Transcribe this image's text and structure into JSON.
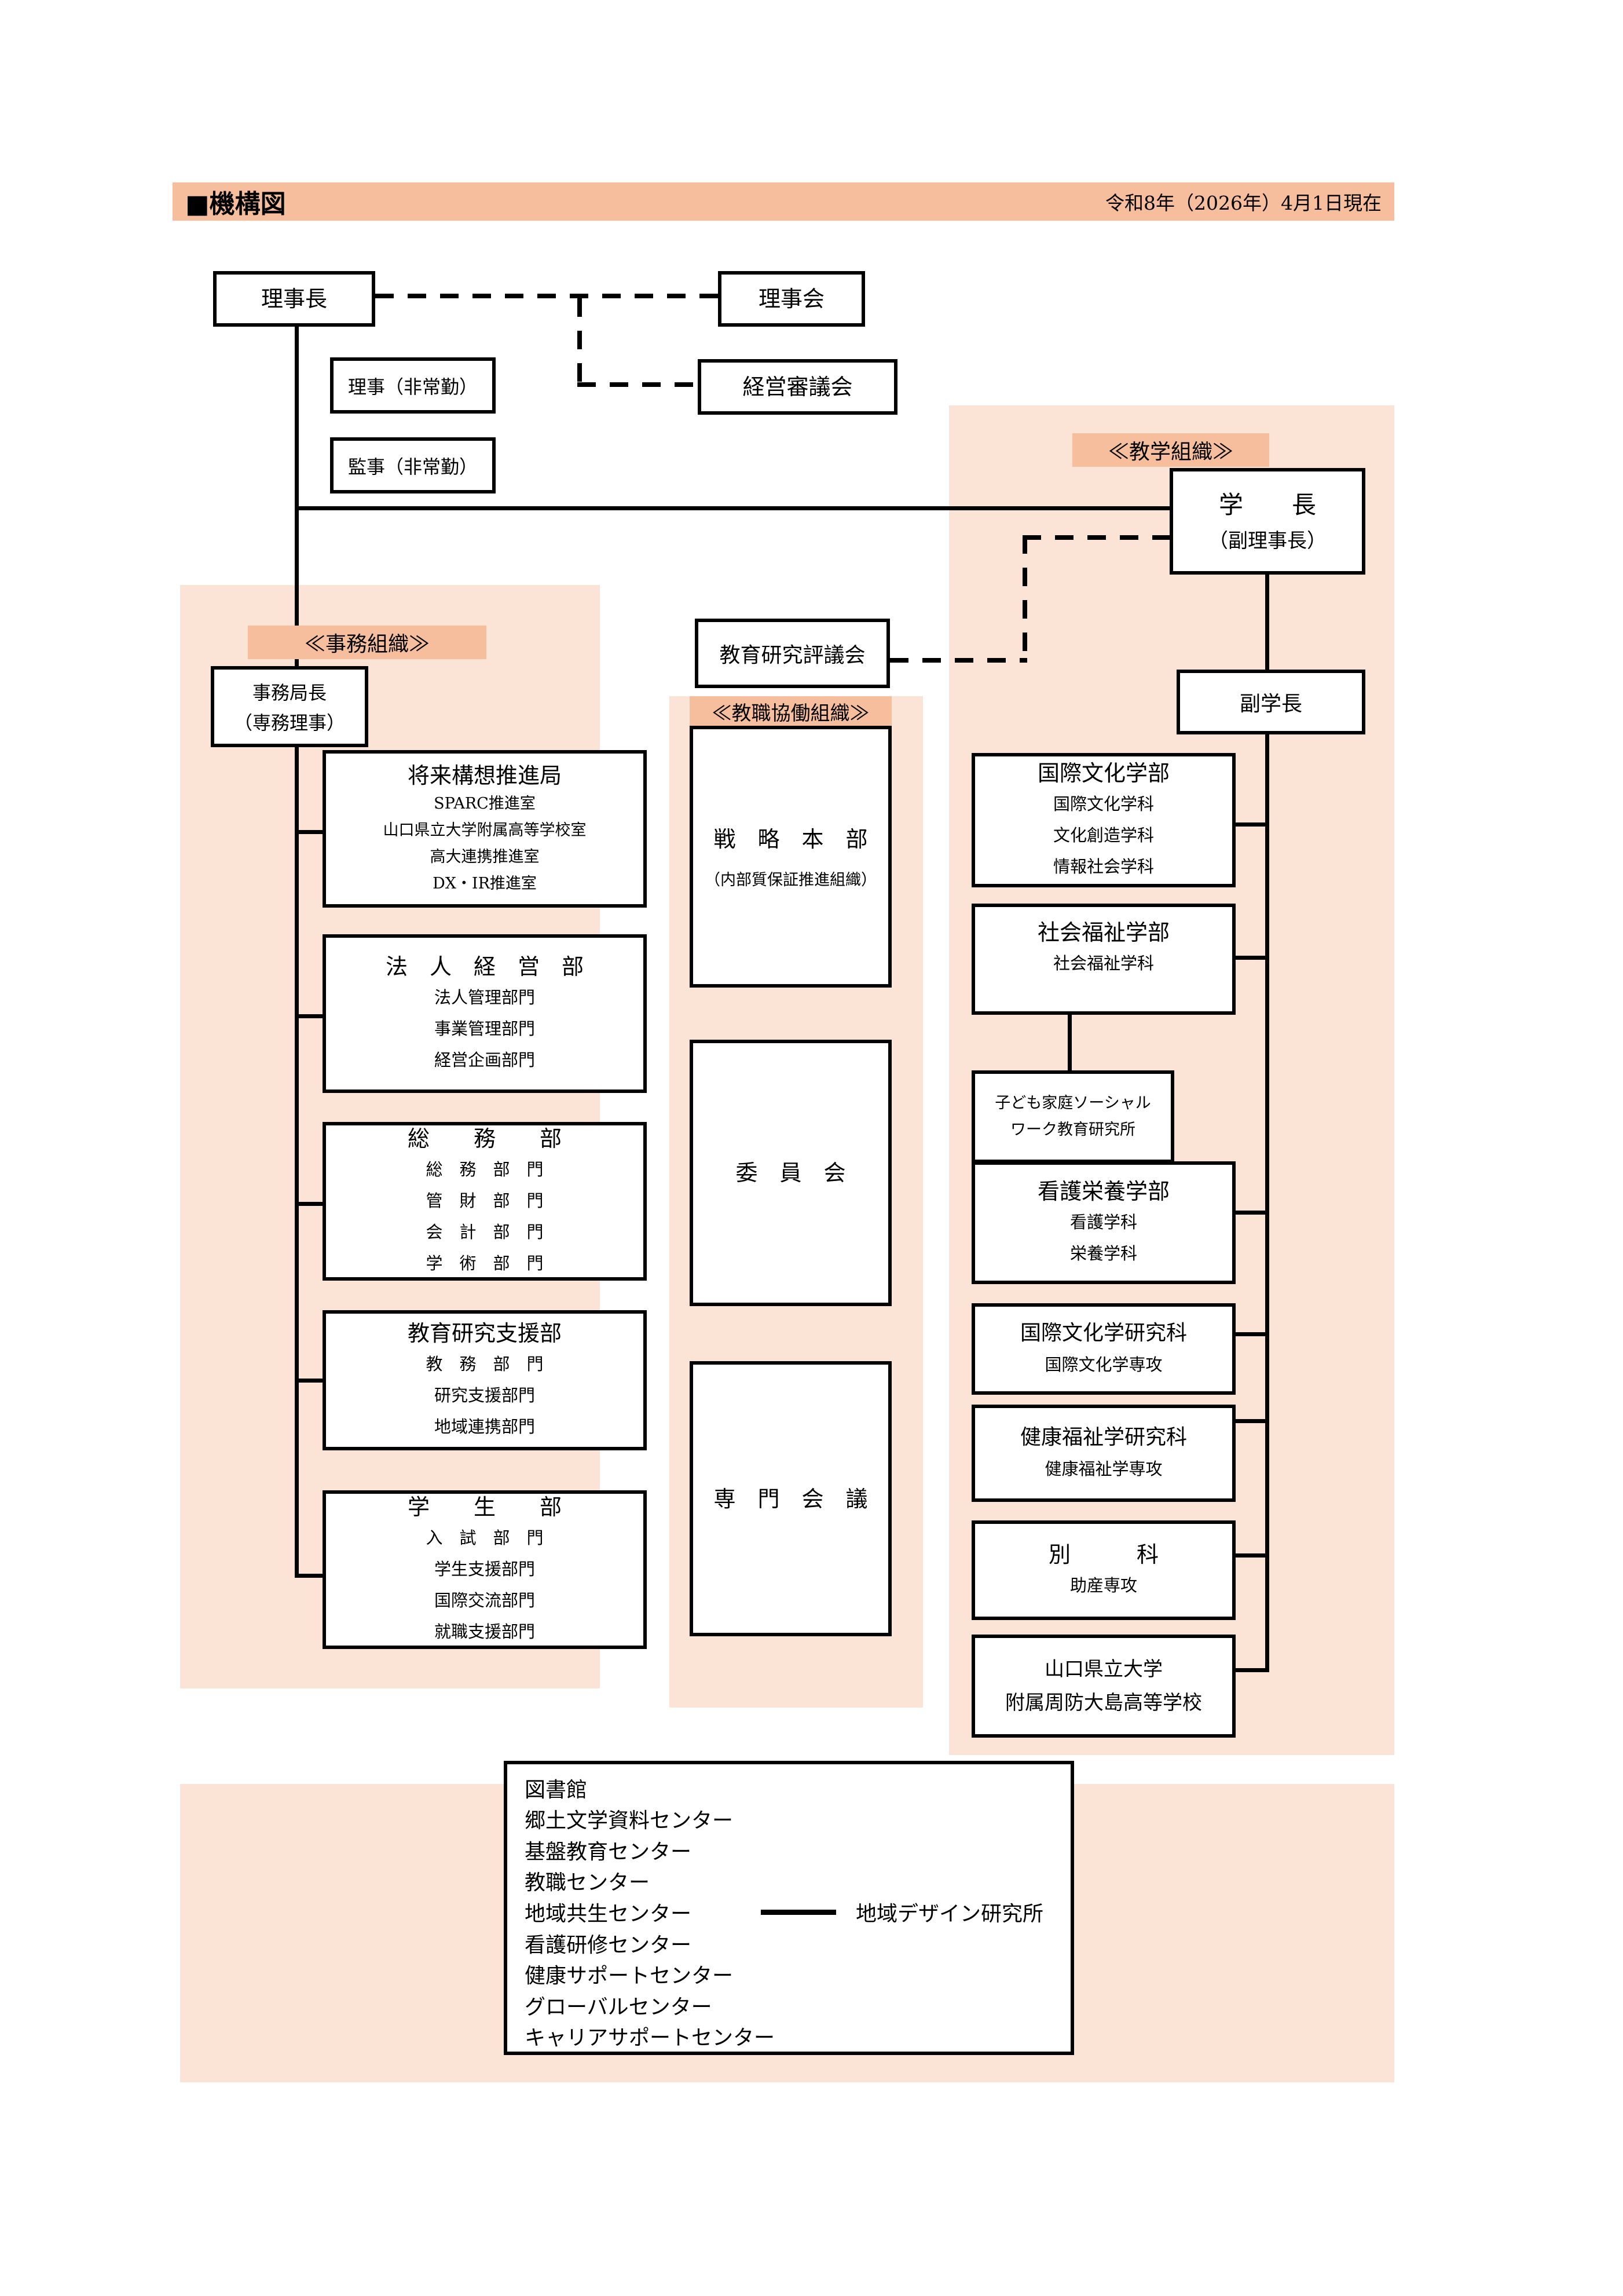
{
  "header": {
    "title": "■機構図",
    "date_note": "令和8年（2026年）4月1日現在"
  },
  "colors": {
    "accent_dark_peach": "#F6BE9C",
    "panel_light_peach": "#FBE3D6",
    "line_black": "#000000"
  },
  "corporate": {
    "chairman": "理事長",
    "board": "理事会",
    "management_council": "経営審議会",
    "directors": "理事（非常勤）",
    "auditors": "監事（非常勤）"
  },
  "admin": {
    "section_label": "≪事務組織≫",
    "secretary_general": {
      "line1": "事務局長",
      "line2": "（専務理事）"
    },
    "departments": [
      {
        "title": "将来構想推進局",
        "items": [
          "SPARC推進室",
          "山口県立大学附属高等学校室",
          "高大連携推進室",
          "DX・IR推進室"
        ]
      },
      {
        "title": "法　人　経　営　部",
        "items": [
          "法人管理部門",
          "事業管理部門",
          "経営企画部門"
        ]
      },
      {
        "title": "総　　務　　部",
        "items": [
          "総　務　部　門",
          "管　財　部　門",
          "会　計　部　門",
          "学　術　部　門"
        ]
      },
      {
        "title": "教育研究支援部",
        "items": [
          "教　務　部　門",
          "研究支援部門",
          "地域連携部門"
        ]
      },
      {
        "title": "学　　生　　部",
        "items": [
          "入　試　部　門",
          "学生支援部門",
          "国際交流部門",
          "就職支援部門"
        ]
      }
    ]
  },
  "coop": {
    "section_label": "≪教職協働組織≫",
    "strategy_hq": {
      "line1": "戦　略　本　部",
      "line2": "（内部質保証推進組織）"
    },
    "committees": "委　員　会",
    "expert_meetings": "専　門　会　議"
  },
  "academic": {
    "section_label": "≪教学組織≫",
    "president": {
      "line1": "学　　長",
      "line2": "（副理事長）"
    },
    "vice_president": "副学長",
    "education_research_council": "教育研究評議会",
    "faculties": [
      {
        "title": "国際文化学部",
        "items": [
          "国際文化学科",
          "文化創造学科",
          "情報社会学科"
        ]
      },
      {
        "title": "社会福祉学部",
        "items": [
          "社会福祉学科"
        ]
      },
      {
        "title": "看護栄養学部",
        "items": [
          "看護学科",
          "栄養学科"
        ]
      },
      {
        "title": "国際文化学研究科",
        "items": [
          "国際文化学専攻"
        ]
      },
      {
        "title": "健康福祉学研究科",
        "items": [
          "健康福祉学専攻"
        ]
      },
      {
        "title": "別　　　科",
        "items": [
          "助産専攻"
        ]
      }
    ],
    "child_institute": {
      "line1": "子ども家庭ソーシャル",
      "line2": "ワーク教育研究所"
    },
    "attached_school": {
      "line1": "山口県立大学",
      "line2": "附属周防大島高等学校"
    }
  },
  "centers": {
    "items": [
      "図書館",
      "郷土文学資料センター",
      "基盤教育センター",
      "教職センター",
      "地域共生センター",
      "看護研修センター",
      "健康サポートセンター",
      "グローバルセンター",
      "キャリアサポートセンター"
    ],
    "attached_institute": "地域デザイン研究所"
  }
}
